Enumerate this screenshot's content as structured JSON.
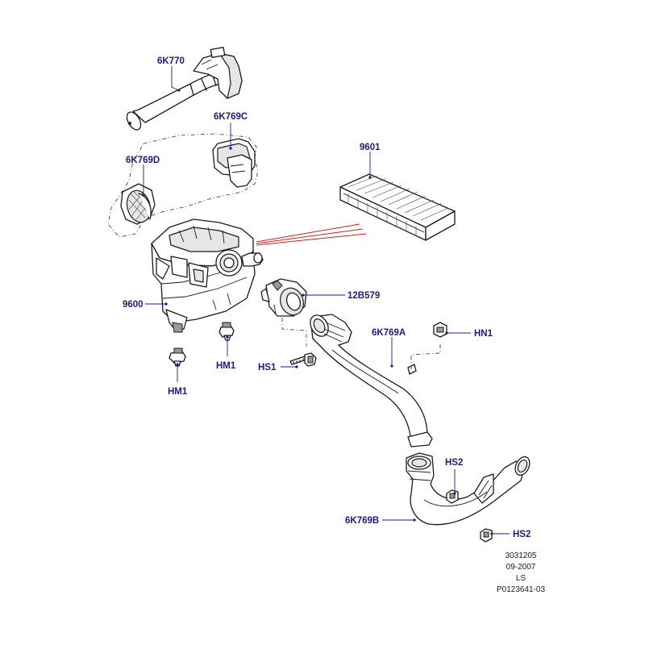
{
  "callouts": {
    "c6k770": "6K770",
    "c6k769c": "6K769C",
    "c6k769d": "6K769D",
    "c9601": "9601",
    "c9600": "9600",
    "c12b579": "12B579",
    "c6k769a": "6K769A",
    "chn1": "HN1",
    "chm1_right": "HM1",
    "chm1_left": "HM1",
    "chs1": "HS1",
    "chs2_top": "HS2",
    "c6k769b": "6K769B",
    "chs2_bottom": "HS2"
  },
  "reference_block": {
    "line1": "3031205",
    "line2": "09-2007",
    "line3": "LS",
    "line4": "P0123641-03"
  },
  "colors": {
    "callout_text": "#1a1a8c",
    "indicator_line": "#d02020"
  }
}
